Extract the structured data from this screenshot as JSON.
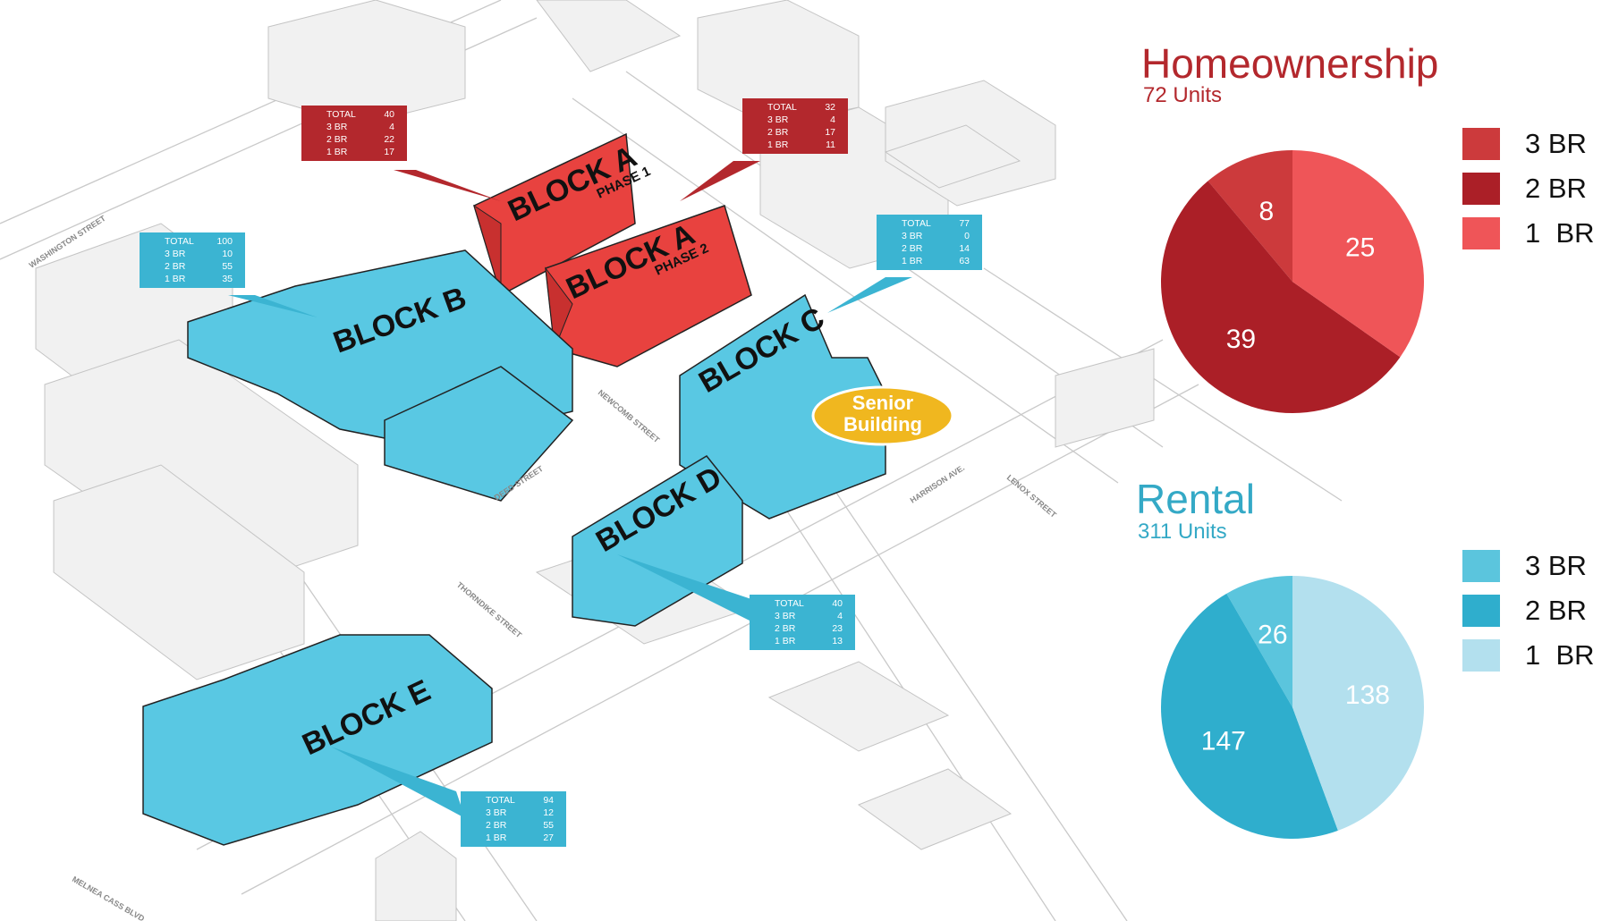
{
  "blocks": [
    {
      "label": "BLOCK A",
      "phase": "PHASE 1"
    },
    {
      "label": "BLOCK A",
      "phase": "PHASE 2"
    },
    {
      "label": "BLOCK B"
    },
    {
      "label": "BLOCK C"
    },
    {
      "label": "BLOCK D"
    },
    {
      "label": "BLOCK E"
    }
  ],
  "unit_labels": {
    "total": "TOTAL",
    "br3": "3 BR",
    "br2": "2 BR",
    "br1": "1 BR"
  },
  "callouts": [
    {
      "block": "Block A Phase 1",
      "color": "#b3282d",
      "total": "40",
      "br3": "4",
      "br2": "22",
      "br1": "17"
    },
    {
      "block": "Block A Phase 2",
      "color": "#b3282d",
      "total": "32",
      "br3": "4",
      "br2": "17",
      "br1": "11"
    },
    {
      "block": "Block B",
      "color": "#3bb4d2",
      "total": "100",
      "br3": "10",
      "br2": "55",
      "br1": "35"
    },
    {
      "block": "Block C",
      "color": "#3bb4d2",
      "total": "77",
      "br3": "0",
      "br2": "14",
      "br1": "63"
    },
    {
      "block": "Block D",
      "color": "#3bb4d2",
      "total": "40",
      "br3": "4",
      "br2": "23",
      "br1": "13"
    },
    {
      "block": "Block E",
      "color": "#3bb4d2",
      "total": "94",
      "br3": "12",
      "br2": "55",
      "br1": "27"
    }
  ],
  "senior_building": {
    "line1": "Senior",
    "line2": "Building",
    "color": "#f0b71f"
  },
  "streets": [
    "WASHINGTON STREET",
    "NEWCOMB STREET",
    "DEED STREET",
    "THORNDIKE STREET",
    "HARRISON AVE.",
    "LENOX STREET",
    "MELNEA CASS BLVD."
  ],
  "homeownership": {
    "title": "Homeownership",
    "subtitle": "72 Units",
    "title_color": "#b3282d",
    "legend": [
      {
        "label": "3 BR",
        "color": "#cc3a3c"
      },
      {
        "label": "2 BR",
        "color": "#ab1f27"
      },
      {
        "label": "1  BR",
        "color": "#ef5558"
      }
    ]
  },
  "rental": {
    "title": "Rental",
    "subtitle": "311 Units",
    "title_color": "#34a9c6",
    "legend": [
      {
        "label": "3 BR",
        "color": "#5bc5dd"
      },
      {
        "label": "2 BR",
        "color": "#2faecd"
      },
      {
        "label": "1  BR",
        "color": "#b3e0ee"
      }
    ]
  },
  "chart_data": [
    {
      "type": "pie",
      "title": "Homeownership",
      "labels": [
        "3 BR",
        "2 BR",
        "1 BR"
      ],
      "values": [
        8,
        39,
        25
      ],
      "colors": [
        "#cc3a3c",
        "#ab1f27",
        "#ef5558"
      ]
    },
    {
      "type": "pie",
      "title": "Rental",
      "labels": [
        "3 BR",
        "2 BR",
        "1 BR"
      ],
      "values": [
        26,
        147,
        138
      ],
      "colors": [
        "#5bc5dd",
        "#2faecd",
        "#b3e0ee"
      ]
    }
  ]
}
